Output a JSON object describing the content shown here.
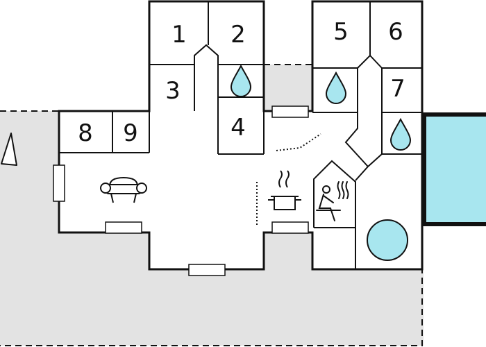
{
  "colors": {
    "terrace": "#e3e3e3",
    "wall": "#111111",
    "pool": "#a8e6ef",
    "water": "#a8e6ef",
    "background": "#ffffff"
  },
  "rooms": [
    {
      "label": "1"
    },
    {
      "label": "2"
    },
    {
      "label": "3"
    },
    {
      "label": "4"
    },
    {
      "label": "5"
    },
    {
      "label": "6"
    },
    {
      "label": "7"
    },
    {
      "label": "8"
    },
    {
      "label": "9"
    }
  ],
  "icons": [
    "north-arrow-icon",
    "sofa-icon",
    "cooking-pot-icon",
    "sauna-icon",
    "water-drop-icon",
    "hot-tub-icon",
    "pool-icon",
    "window-icon",
    "stairs-icon"
  ]
}
